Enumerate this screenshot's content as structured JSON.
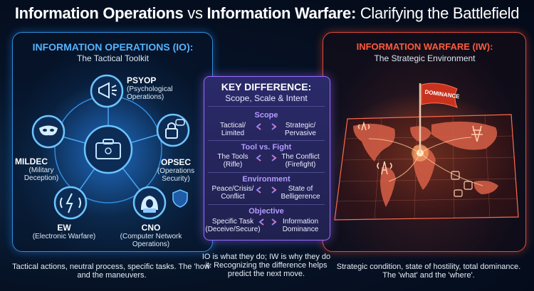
{
  "title": {
    "part1": "Information Operations",
    "vs": "vs",
    "part2": "Information Warfare:",
    "part3": "Clarifying the Battlefield"
  },
  "left": {
    "heading": "INFORMATION OPERATIONS (IO):",
    "subheading": "The Tactical Toolkit",
    "nodes": {
      "psyop": {
        "title": "PSYOP",
        "desc": "(Psychological Operations)"
      },
      "mildec": {
        "title": "MILDEC",
        "desc": "(Military Deception)"
      },
      "opsec": {
        "title": "OPSEC",
        "desc": "(Operations Security)"
      },
      "ew": {
        "title": "EW",
        "desc": "(Electronic Warfare)"
      },
      "cno": {
        "title": "CNO",
        "desc": "(Computer Network Operations)"
      }
    },
    "footer": "Tactical actions, neutral process, specific tasks. The 'how' and the maneuvers."
  },
  "right": {
    "heading": "INFORMATION WARFARE (IW):",
    "subheading": "The Strategic Environment",
    "flag_text": "DOMINANCE",
    "footer": "Strategic condition, state of hostility, total dominance. The 'what' and the 'where'."
  },
  "center": {
    "title": "KEY DIFFERENCE:",
    "subtitle": "Scope, Scale & Intent",
    "rows": [
      {
        "category": "Scope",
        "left": "Tactical/ Limited",
        "right": "Strategic/ Pervasive"
      },
      {
        "category": "Tool vs. Fight",
        "left": "The Tools (Rifle)",
        "right": "The Conflict (Firefight)"
      },
      {
        "category": "Environment",
        "left": "Peace/Crisis/ Conflict",
        "right": "State of Belligerence"
      },
      {
        "category": "Objective",
        "left": "Specific Task (Deceive/Secure)",
        "right": "Information Dominance"
      }
    ],
    "footer": "IO is what they do; IW is why they do it. Recognizing the difference helps predict the next move."
  },
  "colors": {
    "io_blue": "#2f8fd8",
    "iw_red": "#e04a3a",
    "key_purple": "#9b6cff"
  }
}
